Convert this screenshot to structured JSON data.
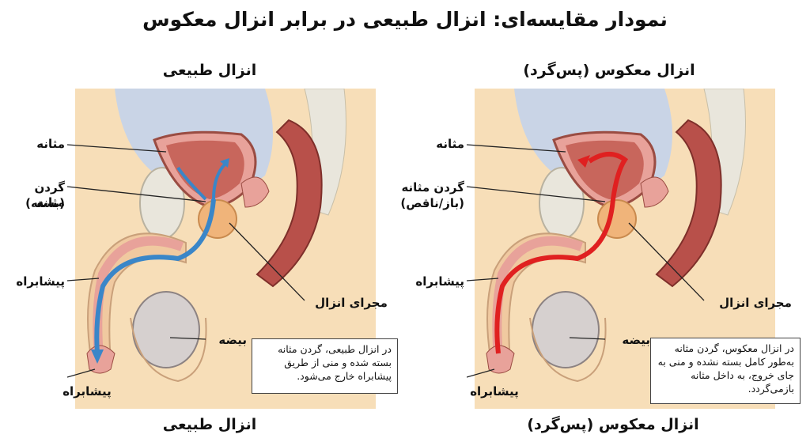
{
  "title": "نمودار مقایسه‌ای: انزال طبیعی در برابر انزال معکوس",
  "left_panel": {
    "header": "انزال طبیعی",
    "footer": "انزال طبیعی",
    "labels": {
      "bladder": "مثانه",
      "bladder_neck": "گردن مثانه",
      "bladder_neck_state": "(بسته)",
      "urethra_mid": "پیشابراه",
      "ejaculatory_duct": "مجرای انزال",
      "testis": "بیضه",
      "urethra_tip": "پیشابراه"
    },
    "note": "در انزال طبیعی، گردن مثانه بسته شده و منی از طریق پیشابراه خارج می‌شود.",
    "flow_color": "#3a86c8"
  },
  "right_panel": {
    "header": "انزال معکوس (پس‌گرد)",
    "footer": "انزال معکوس (پس‌گرد)",
    "labels": {
      "bladder": "مثانه",
      "bladder_neck": "گردن مثانه",
      "bladder_neck_state": "(باز/ناقص)",
      "urethra_mid": "پیشابراه",
      "ejaculatory_duct": "مجرای انزال",
      "testis": "بیضه",
      "urethra_tip": "پیشابراه"
    },
    "note": "در انزال معکوس، گردن مثانه به‌طور کامل بسته نشده و منی به جای خروج، به داخل مثانه بازمی‌گردد.",
    "flow_color": "#e02020"
  },
  "colors": {
    "skin": "#f7deb8",
    "tissue": "#e8a29a",
    "organ_red": "#b8504a",
    "bone": "#e9e6dc",
    "shadow": "#c9d4e6"
  }
}
